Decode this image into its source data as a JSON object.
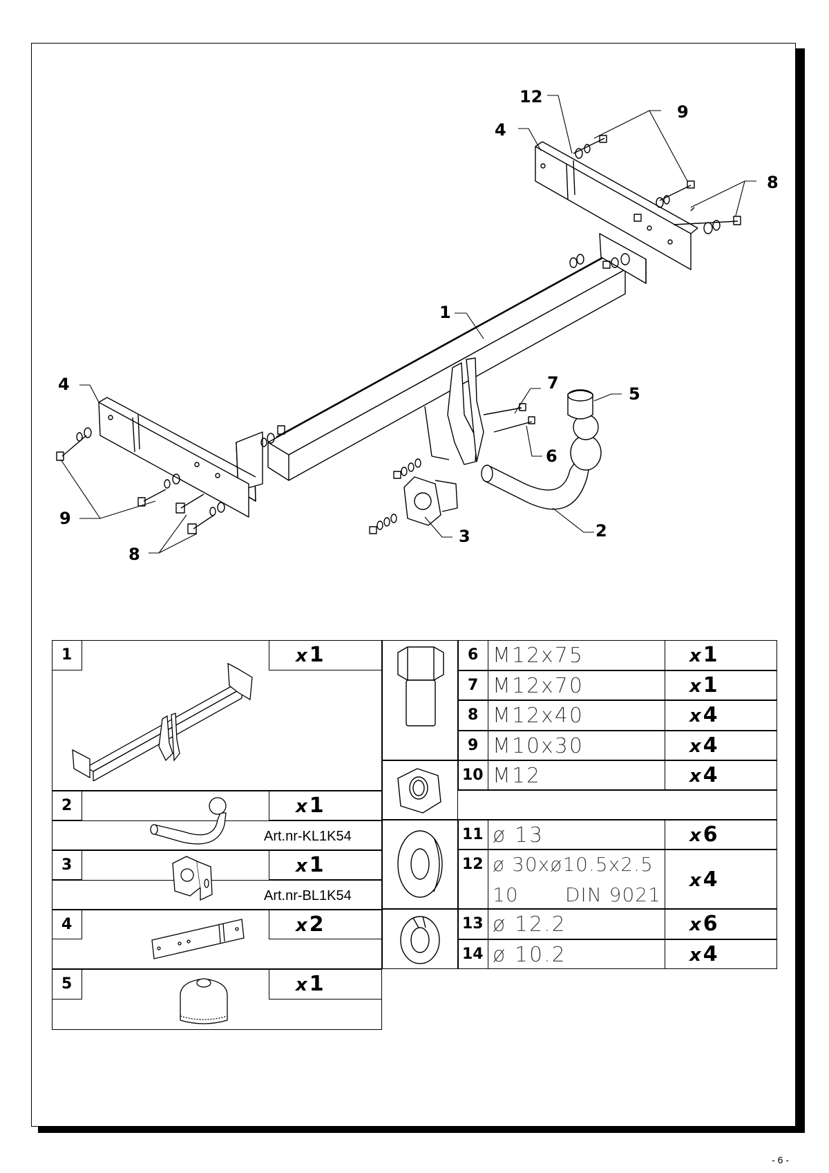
{
  "callouts": {
    "c12": "12",
    "c9_top": "9",
    "c4_top": "4",
    "c8_top": "8",
    "c1": "1",
    "c4_left": "4",
    "c7": "7",
    "c5": "5",
    "c6": "6",
    "c9_left": "9",
    "c3": "3",
    "c2": "2",
    "c8_left": "8"
  },
  "parts_left": [
    {
      "no": "1",
      "x": "x",
      "qty": "1",
      "art": ""
    },
    {
      "no": "2",
      "x": "x",
      "qty": "1",
      "art": "Art.nr-KL1K54"
    },
    {
      "no": "3",
      "x": "x",
      "qty": "1",
      "art": "Art.nr-BL1K54"
    },
    {
      "no": "4",
      "x": "x",
      "qty": "2",
      "art": ""
    },
    {
      "no": "5",
      "x": "x",
      "qty": "1",
      "art": ""
    }
  ],
  "parts_right": [
    {
      "no": "6",
      "spec": "M12x75",
      "x": "x",
      "qty": "1"
    },
    {
      "no": "7",
      "spec": "M12x70",
      "x": "x",
      "qty": "1"
    },
    {
      "no": "8",
      "spec": "M12x40",
      "x": "x",
      "qty": "4"
    },
    {
      "no": "9",
      "spec": "M10x30",
      "x": "x",
      "qty": "4"
    },
    {
      "no": "10",
      "spec": "M12",
      "x": "x",
      "qty": "4"
    },
    {
      "no": "11",
      "spec": "ø 13",
      "x": "x",
      "qty": "6"
    },
    {
      "no": "12",
      "spec": "ø 30xø10.5x2.5",
      "spec2a": "10",
      "spec2b": "DIN 9021",
      "x": "x",
      "qty": "4"
    },
    {
      "no": "13",
      "spec": "ø 12.2",
      "x": "x",
      "qty": "6"
    },
    {
      "no": "14",
      "spec": "ø 10.2",
      "x": "x",
      "qty": "4"
    }
  ],
  "page_number": "- 6 -"
}
